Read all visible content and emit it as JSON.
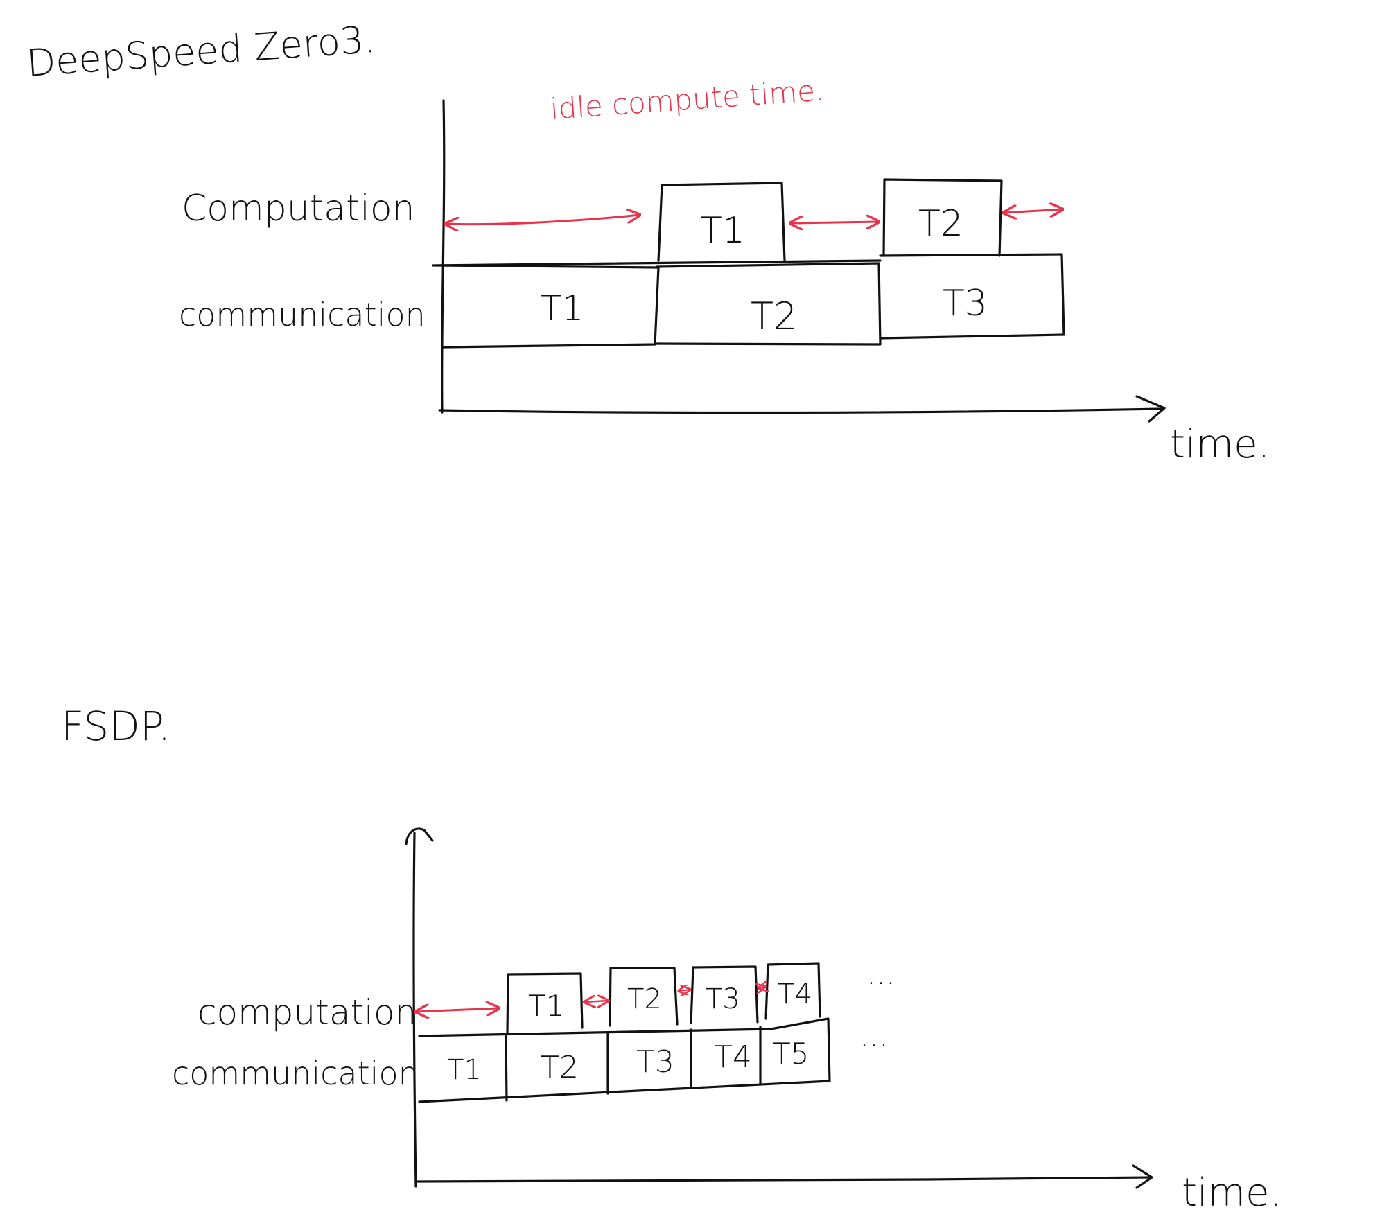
{
  "colors": {
    "ink": "#111111",
    "accent_red": "#e8334a",
    "background": "#ffffff"
  },
  "top": {
    "title": "DeepSpeed Zero3.",
    "annotation": "idle compute time.",
    "row_computation": "Computation",
    "row_communication": "communication",
    "axis_label": "time.",
    "computation_blocks": [
      "T1",
      "T2"
    ],
    "communication_blocks": [
      "T1",
      "T2",
      "T3"
    ]
  },
  "bottom": {
    "title": "FSDP.",
    "row_computation": "computation",
    "row_communication": "communication",
    "axis_label": "time.",
    "computation_blocks": [
      "T1",
      "T2",
      "T3",
      "T4"
    ],
    "communication_blocks": [
      "T1",
      "T2",
      "T3",
      "T4",
      "T5"
    ],
    "ellipsis": "..."
  }
}
